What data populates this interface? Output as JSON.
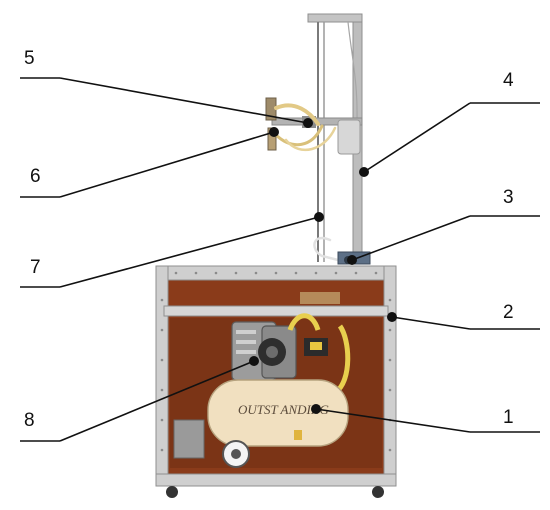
{
  "figure": {
    "kind": "labeled photograph of a lab apparatus",
    "background_color": "#ffffff",
    "brand_text_on_tank": "OUTST ANDING"
  },
  "callouts": [
    {
      "number": "1"
    },
    {
      "number": "2"
    },
    {
      "number": "3"
    },
    {
      "number": "4"
    },
    {
      "number": "5"
    },
    {
      "number": "6"
    },
    {
      "number": "7"
    },
    {
      "number": "8"
    }
  ],
  "colors": {
    "cabinet_frame": "#c9c9c9",
    "cabinet_interior": "#8a3b1a",
    "tank": "#f0dfbf",
    "motor_head": "#9a9a9a",
    "tubing": "#e9d27a",
    "mast": "#b9b9b9",
    "leader_line": "#111111"
  }
}
